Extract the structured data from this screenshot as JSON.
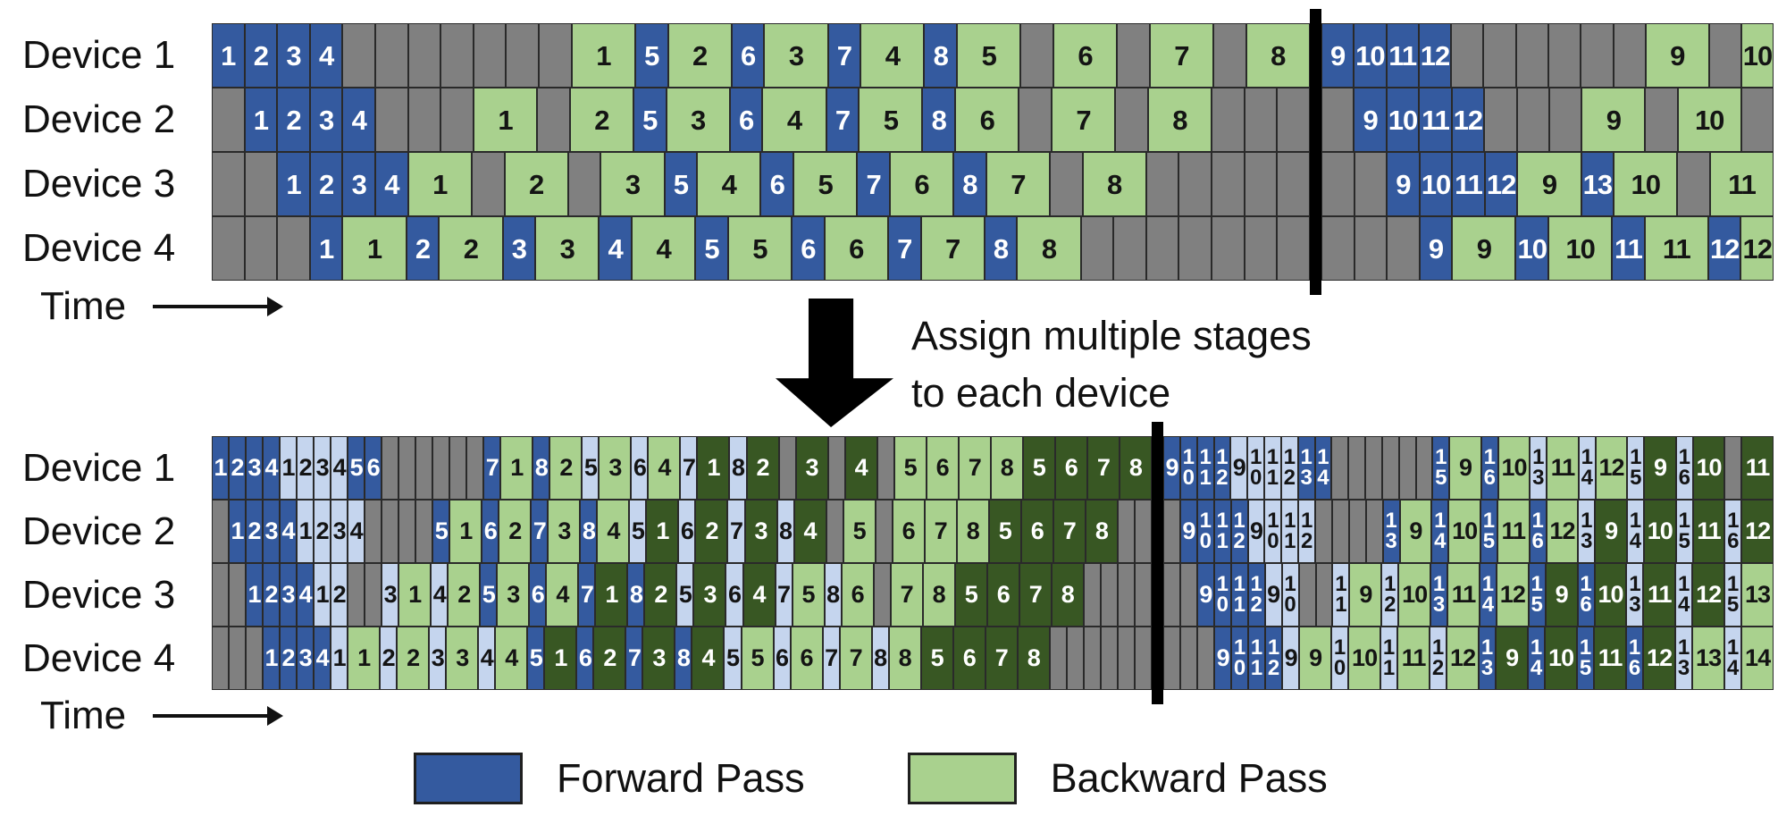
{
  "devices": [
    "Device 1",
    "Device 2",
    "Device 3",
    "Device 4"
  ],
  "time_label": "Time",
  "annotation": {
    "line1": "Assign multiple stages",
    "line2": "to each device"
  },
  "legend": {
    "forward": "Forward Pass",
    "backward": "Backward Pass"
  },
  "colors": {
    "forward_dark_blue": "#345A9F",
    "forward_light_blue": "#C5D5EE",
    "backward_light_green": "#A9D18E",
    "backward_dark_green": "#385723",
    "idle_gray": "#808080",
    "grid_line": "#2A2A2A",
    "divider_black": "#000000"
  },
  "chart_data": {
    "type": "pipeline-schedule-gantt",
    "note": "cells encoded type:microbatch(:width). top chart: f=forward(blue,1u) b=backward(green,2u) g=idle(1u). bottom chart: df=forward chunk1(dark blue) lf=forward chunk2(light blue) lg=backward(light green,2u) dg=backward(dark green,2u) g=idle",
    "top": {
      "left_units": 34,
      "right_units": 14,
      "left": [
        [
          "f:1",
          "f:2",
          "f:3",
          "f:4",
          "g",
          "g",
          "g",
          "g",
          "g",
          "g",
          "g",
          "b:1",
          "f:5",
          "b:2",
          "f:6",
          "b:3",
          "f:7",
          "b:4",
          "f:8",
          "b:5",
          "g",
          "b:6",
          "g",
          "b:7",
          "g",
          "b:8"
        ],
        [
          "g",
          "f:1",
          "f:2",
          "f:3",
          "f:4",
          "g",
          "g",
          "g",
          "b:1",
          "g",
          "b:2",
          "f:5",
          "b:3",
          "f:6",
          "b:4",
          "f:7",
          "b:5",
          "f:8",
          "b:6",
          "g",
          "b:7",
          "g",
          "b:8",
          "g",
          "g",
          "g"
        ],
        [
          "g",
          "g",
          "f:1",
          "f:2",
          "f:3",
          "f:4",
          "b:1",
          "g",
          "b:2",
          "g",
          "b:3",
          "f:5",
          "b:4",
          "f:6",
          "b:5",
          "f:7",
          "b:6",
          "f:8",
          "b:7",
          "g",
          "b:8",
          "g",
          "g",
          "g",
          "g",
          "g"
        ],
        [
          "g",
          "g",
          "g",
          "f:1",
          "b:1",
          "f:2",
          "b:2",
          "f:3",
          "b:3",
          "f:4",
          "b:4",
          "f:5",
          "b:5",
          "f:6",
          "b:6",
          "f:7",
          "b:7",
          "f:8",
          "b:8",
          "g",
          "g",
          "g",
          "g",
          "g",
          "g",
          "g"
        ]
      ],
      "right": [
        [
          "f:9",
          "f:10",
          "f:11",
          "f:12",
          "g",
          "g",
          "g",
          "g",
          "g",
          "g",
          "b:9",
          "g",
          "b:10:1"
        ],
        [
          "g",
          "f:9",
          "f:10",
          "f:11",
          "f:12",
          "g",
          "g",
          "g",
          "b:9",
          "g",
          "b:10",
          "g"
        ],
        [
          "g",
          "g",
          "f:9",
          "f:10",
          "f:11",
          "f:12",
          "b:9",
          "f:13",
          "b:10",
          "g",
          "b:11"
        ],
        [
          "g",
          "g",
          "g",
          "f:9",
          "b:9",
          "f:10",
          "b:10",
          "f:11",
          "b:11",
          "f:12",
          "b:12:1"
        ]
      ]
    },
    "bottom": {
      "left_units": 57,
      "right_units": 37,
      "left": [
        [
          "df:1",
          "df:2",
          "df:3",
          "df:4",
          "lf:1",
          "lf:2",
          "lf:3",
          "lf:4",
          "df:5",
          "df:6",
          "g",
          "g",
          "g",
          "g",
          "g",
          "g",
          "df:7",
          "lg:1",
          "df:8",
          "lg:2",
          "lf:5",
          "lg:3",
          "lf:6",
          "lg:4",
          "lf:7",
          "dg:1",
          "lf:8",
          "dg:2",
          "g",
          "dg:3",
          "g",
          "dg:4",
          "g",
          "lg:5",
          "lg:6",
          "lg:7",
          "lg:8",
          "dg:5",
          "dg:6",
          "dg:7",
          "dg:8"
        ],
        [
          "g",
          "df:1",
          "df:2",
          "df:3",
          "df:4",
          "lf:1",
          "lf:2",
          "lf:3",
          "lf:4",
          "g",
          "g",
          "g",
          "g",
          "df:5",
          "lg:1",
          "df:6",
          "lg:2",
          "df:7",
          "lg:3",
          "df:8",
          "lg:4",
          "lf:5",
          "dg:1",
          "lf:6",
          "dg:2",
          "lf:7",
          "dg:3",
          "lf:8",
          "dg:4",
          "g",
          "lg:5",
          "g",
          "lg:6",
          "lg:7",
          "lg:8",
          "dg:5",
          "dg:6",
          "dg:7",
          "dg:8",
          "g",
          "g"
        ],
        [
          "g",
          "g",
          "df:1",
          "df:2",
          "df:3",
          "df:4",
          "lf:1",
          "lf:2",
          "g",
          "g",
          "lf:3",
          "lg:1",
          "lf:4",
          "lg:2",
          "df:5",
          "lg:3",
          "df:6",
          "lg:4",
          "df:7",
          "dg:1",
          "df:8",
          "dg:2",
          "lf:5",
          "dg:3",
          "lf:6",
          "dg:4",
          "lf:7",
          "lg:5",
          "lf:8",
          "lg:6",
          "g",
          "lg:7",
          "lg:8",
          "dg:5",
          "dg:6",
          "dg:7",
          "dg:8",
          "g",
          "g",
          "g",
          "g"
        ],
        [
          "g",
          "g",
          "g",
          "df:1",
          "df:2",
          "df:3",
          "df:4",
          "lf:1",
          "lg:1",
          "lf:2",
          "lg:2",
          "lf:3",
          "lg:3",
          "lf:4",
          "lg:4",
          "df:5",
          "dg:1",
          "df:6",
          "dg:2",
          "df:7",
          "dg:3",
          "df:8",
          "dg:4",
          "lf:5",
          "lg:5",
          "lf:6",
          "lg:6",
          "lf:7",
          "lg:7",
          "lf:8",
          "lg:8",
          "dg:5",
          "dg:6",
          "dg:7",
          "dg:8",
          "g",
          "g",
          "g",
          "g",
          "g",
          "g"
        ]
      ],
      "right": [
        [
          "df:9",
          "df:10",
          "df:11",
          "df:12",
          "lf:9",
          "lf:10",
          "lf:11",
          "lf:12",
          "df:13",
          "df:14",
          "g",
          "g",
          "g",
          "g",
          "g",
          "g",
          "df:15",
          "lg:9",
          "df:16",
          "lg:10",
          "lf:13",
          "lg:11",
          "lf:14",
          "lg:12",
          "lf:15",
          "dg:9",
          "lf:16",
          "dg:10",
          "g",
          "dg:11"
        ],
        [
          "g",
          "df:9",
          "df:10",
          "df:11",
          "df:12",
          "lf:9",
          "lf:10",
          "lf:11",
          "lf:12",
          "g",
          "g",
          "g",
          "g",
          "df:13",
          "lg:9",
          "df:14",
          "lg:10",
          "df:15",
          "lg:11",
          "df:16",
          "lg:12",
          "lf:13",
          "dg:9",
          "lf:14",
          "dg:10",
          "lf:15",
          "dg:11",
          "lf:16",
          "dg:12"
        ],
        [
          "g",
          "g",
          "df:9",
          "df:10",
          "df:11",
          "df:12",
          "lf:9",
          "lf:10",
          "g",
          "g",
          "lf:11",
          "lg:9",
          "lf:12",
          "lg:10",
          "df:13",
          "lg:11",
          "df:14",
          "lg:12",
          "df:15",
          "dg:9",
          "df:16",
          "dg:10",
          "lf:13",
          "dg:11",
          "lf:14",
          "dg:12",
          "lf:15",
          "lg:13"
        ],
        [
          "g",
          "g",
          "g",
          "df:9",
          "df:10",
          "df:11",
          "df:12",
          "lf:9",
          "lg:9",
          "lf:10",
          "lg:10",
          "lf:11",
          "lg:11",
          "lf:12",
          "lg:12",
          "df:13",
          "dg:9",
          "df:14",
          "dg:10",
          "df:15",
          "dg:11",
          "df:16",
          "dg:12",
          "lf:13",
          "lg:13",
          "lf:14",
          "lg:14"
        ]
      ]
    }
  }
}
